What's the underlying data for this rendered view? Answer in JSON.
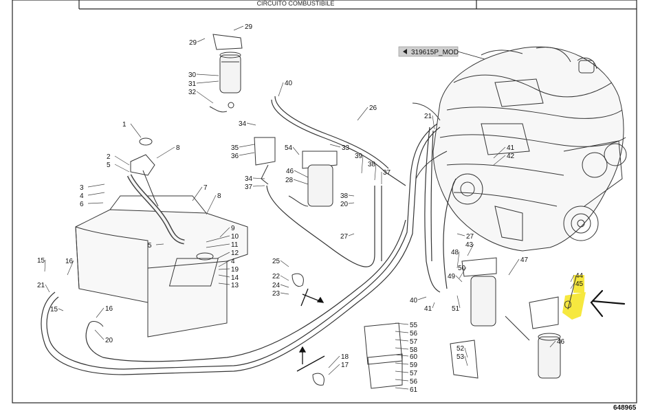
{
  "header": {
    "title": "CIRCUITO COMBUSTIBILE"
  },
  "tag_label": "319615P_MOD",
  "drawing_number": "648965",
  "highlight_color": "#f5e52a",
  "parts": [
    "29",
    "29",
    "30",
    "31",
    "32",
    "40",
    "26",
    "21",
    "1",
    "8",
    "2",
    "5",
    "34",
    "35",
    "36",
    "33",
    "54",
    "46",
    "28",
    "39",
    "38",
    "37",
    "34",
    "37",
    "38",
    "20",
    "41",
    "42",
    "3",
    "4",
    "6",
    "7",
    "8",
    "9",
    "10",
    "11",
    "12",
    "4",
    "19",
    "14",
    "13",
    "5",
    "27",
    "25",
    "22",
    "24",
    "23",
    "15",
    "16",
    "21",
    "15",
    "16",
    "20",
    "27",
    "43",
    "48",
    "50",
    "49",
    "51",
    "40",
    "41",
    "47",
    "44",
    "45",
    "46",
    "55",
    "56",
    "57",
    "58",
    "60",
    "59",
    "57",
    "56",
    "61",
    "18",
    "17",
    "52",
    "53"
  ]
}
